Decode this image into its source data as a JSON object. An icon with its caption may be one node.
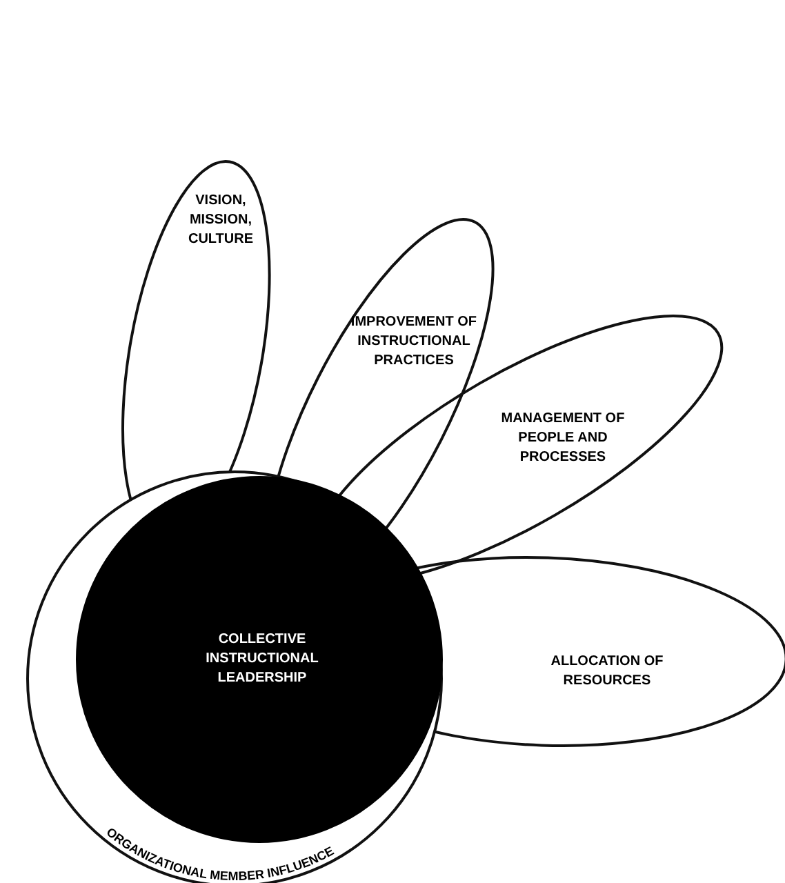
{
  "diagram": {
    "nodes": [
      {
        "text": [
          "ORGANIZATIONAL MEMBER INFLUENCE"
        ]
      },
      {
        "text": [
          "COLLECTIVE INSTRUCTIONAL LEADERSHIP"
        ],
        "in": 0
      },
      {
        "text": [
          "VISION, MISSION, CULTURE"
        ]
      },
      {
        "text": [
          "IMPROVEMENT OF INSTRUCTIONAL PRACTICES"
        ]
      },
      {
        "text": [
          "MANAGEMENT OF PEOPLE AND PROCESSES"
        ]
      },
      {
        "text": [
          "ALLOCATION OF RESOURCES"
        ]
      }
    ],
    "edges": []
  }
}
